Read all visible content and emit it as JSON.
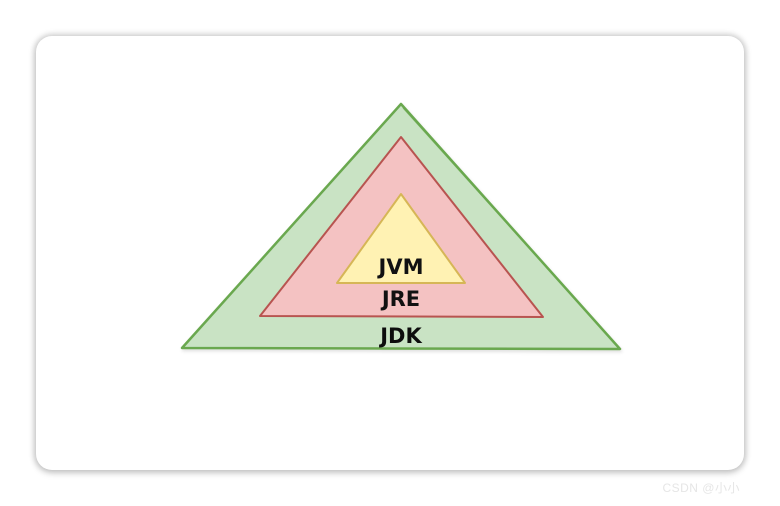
{
  "diagram": {
    "layers": [
      {
        "id": "jdk",
        "label": "JDK",
        "fill": "#c9e3c4",
        "stroke": "#6aa84f"
      },
      {
        "id": "jre",
        "label": "JRE",
        "fill": "#f4c2c2",
        "stroke": "#b85450"
      },
      {
        "id": "jvm",
        "label": "JVM",
        "fill": "#fff2b3",
        "stroke": "#d6b656"
      }
    ]
  },
  "watermark": "CSDN @小小"
}
